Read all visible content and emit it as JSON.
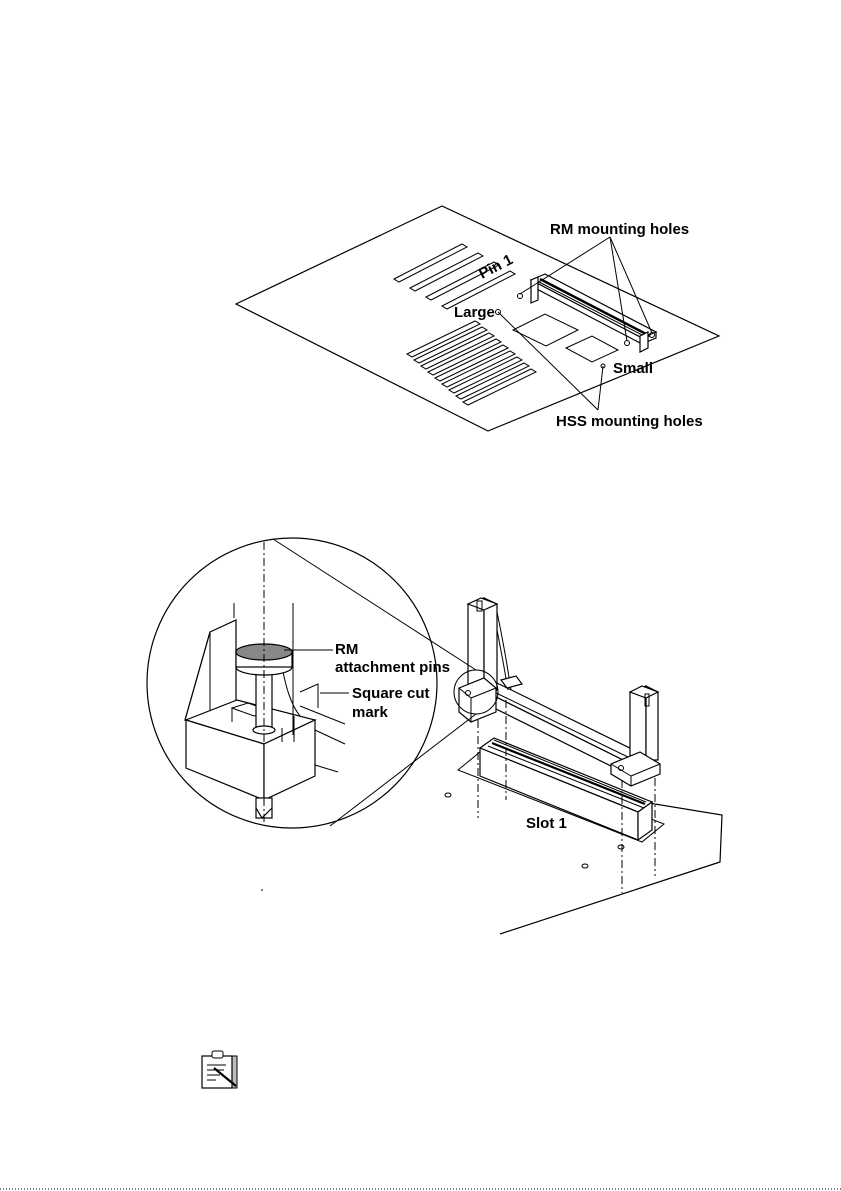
{
  "figure_top": {
    "labels": {
      "rm_mounting_holes": "RM mounting holes",
      "pin1": "Pin 1",
      "large": "Large",
      "small": "Small",
      "hss_mounting_holes": "HSS mounting holes"
    }
  },
  "figure_bottom": {
    "labels": {
      "rm_attachment_line1": "RM",
      "rm_attachment_line2": "attachment pins",
      "square_cut_line1": "Square cut",
      "square_cut_line2": "mark",
      "slot1": "Slot 1"
    }
  },
  "note": {
    "icon": "clipboard-note-icon"
  }
}
